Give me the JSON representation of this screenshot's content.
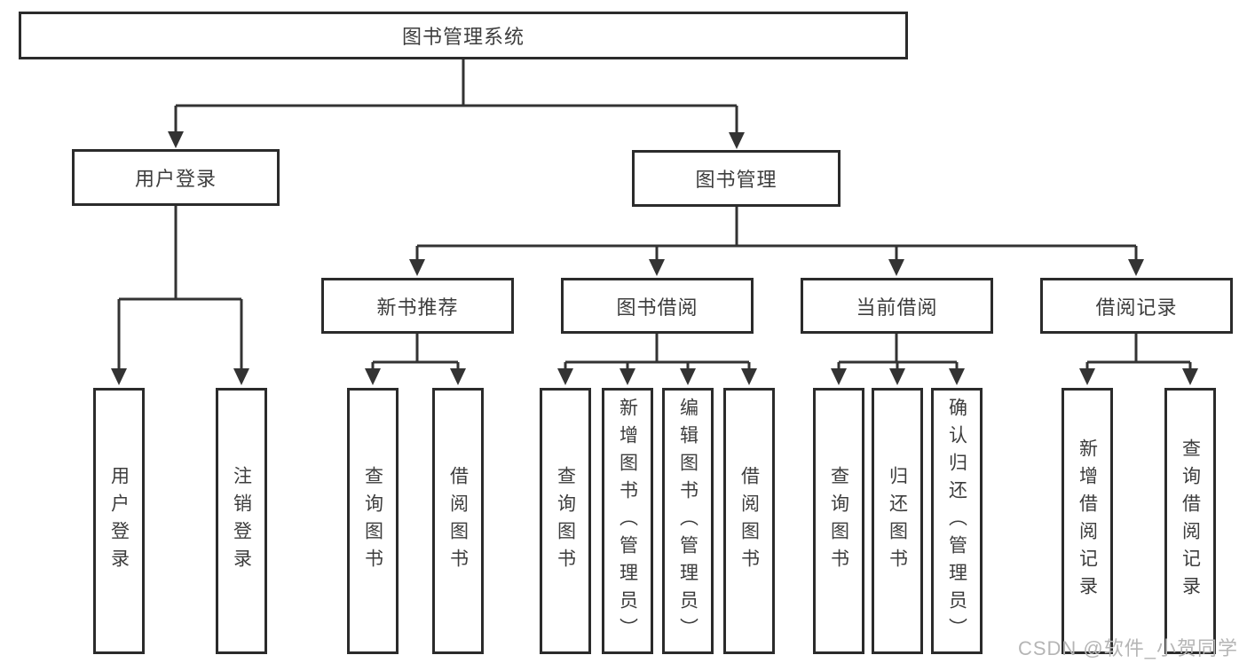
{
  "diagram": {
    "root": {
      "label": "图书管理系统"
    },
    "user_login": {
      "label": "用户登录",
      "children": [
        {
          "label": "用户登录"
        },
        {
          "label": "注销登录"
        }
      ]
    },
    "book_mgmt": {
      "label": "图书管理",
      "groups": [
        {
          "label": "新书推荐",
          "children": [
            {
              "label": "查询图书"
            },
            {
              "label": "借阅图书"
            }
          ]
        },
        {
          "label": "图书借阅",
          "children": [
            {
              "label": "查询图书"
            },
            {
              "label": "新增图书（管理员）"
            },
            {
              "label": "编辑图书（管理员）"
            },
            {
              "label": "借阅图书"
            }
          ]
        },
        {
          "label": "当前借阅",
          "children": [
            {
              "label": "查询图书"
            },
            {
              "label": "归还图书"
            },
            {
              "label": "确认归还（管理员）"
            }
          ]
        },
        {
          "label": "借阅记录",
          "children": [
            {
              "label": "新增借阅记录"
            },
            {
              "label": "查询借阅记录"
            }
          ]
        }
      ]
    },
    "watermark": "CSDN @软件_小贺同学",
    "colors": {
      "line": "#333333",
      "box_border": "#2b2b2b",
      "text": "#3d3d3d",
      "watermark": "#b5b5b5",
      "background": "#ffffff"
    }
  }
}
